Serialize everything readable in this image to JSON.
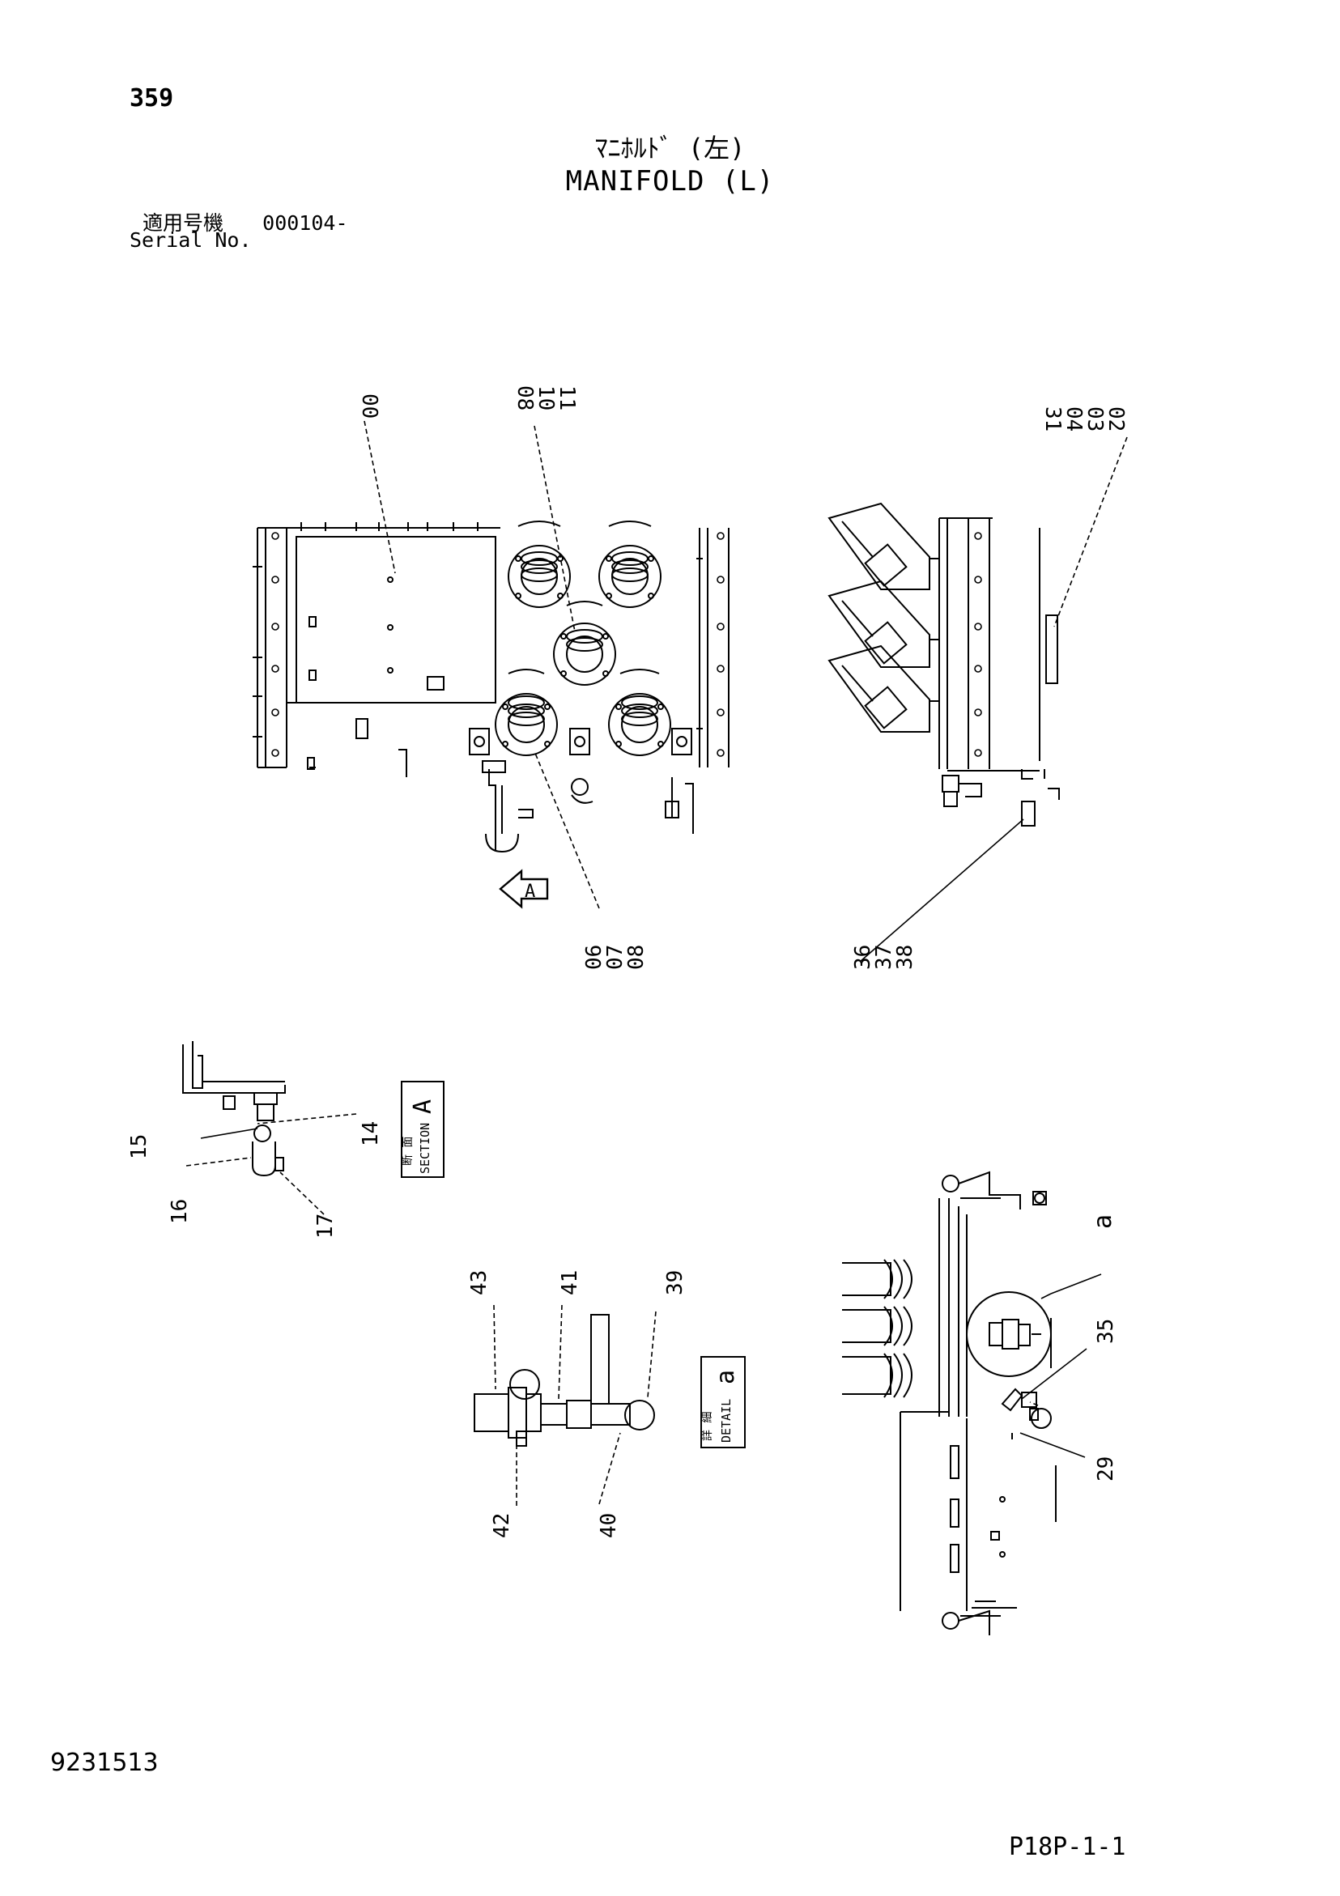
{
  "header": {
    "page_number": "359",
    "title_jp": "ﾏﾆﾎﾙﾄﾞ (左)",
    "title_en": "MANIFOLD (L)",
    "serial_label_jp": "適用号機",
    "serial_value": "000104-",
    "serial_label_en": "Serial No."
  },
  "callouts": {
    "c00": "00",
    "c08_10_11": [
      "08",
      "10",
      "11"
    ],
    "c31_04_03_02": [
      "31",
      "04",
      "03",
      "02"
    ],
    "c06_07_08": [
      "06",
      "07",
      "08"
    ],
    "c36_37_38": [
      "36",
      "37",
      "38"
    ],
    "c14": "14",
    "c15": "15",
    "c16": "16",
    "c17": "17",
    "c43": "43",
    "c41": "41",
    "c39": "39",
    "c42": "42",
    "c40": "40",
    "c35": "35",
    "c29": "29",
    "view_a_arrow": "A"
  },
  "section_box": {
    "jp": "断 面",
    "en": "SECTION",
    "letter": "A"
  },
  "detail_box": {
    "jp": "詳 細",
    "en": "DETAIL",
    "letter": "a"
  },
  "detail_mark": "a",
  "footer": {
    "doc_number": "9231513",
    "page_code": "P18P-1-1"
  }
}
